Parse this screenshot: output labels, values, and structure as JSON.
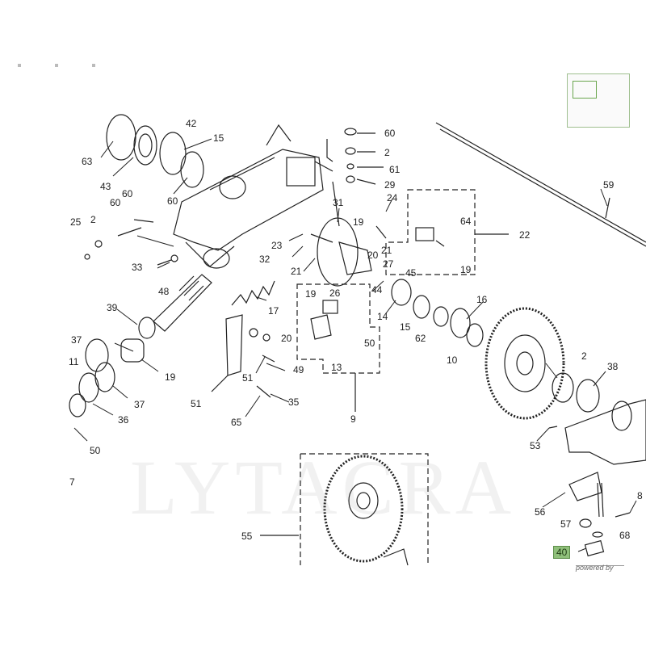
{
  "callouts": [
    {
      "label": "63"
    },
    {
      "label": "43"
    },
    {
      "label": "42"
    },
    {
      "label": "15"
    },
    {
      "label": "60"
    },
    {
      "label": "60"
    },
    {
      "label": "2"
    },
    {
      "label": "61"
    },
    {
      "label": "29"
    },
    {
      "label": "59"
    },
    {
      "label": "60"
    },
    {
      "label": "60"
    },
    {
      "label": "2"
    },
    {
      "label": "25"
    },
    {
      "label": "31"
    },
    {
      "label": "24"
    },
    {
      "label": "19"
    },
    {
      "label": "64"
    },
    {
      "label": "22"
    },
    {
      "label": "23"
    },
    {
      "label": "21"
    },
    {
      "label": "27"
    },
    {
      "label": "20"
    },
    {
      "label": "19"
    },
    {
      "label": "45"
    },
    {
      "label": "33"
    },
    {
      "label": "32"
    },
    {
      "label": "21"
    },
    {
      "label": "19"
    },
    {
      "label": "26"
    },
    {
      "label": "44"
    },
    {
      "label": "48"
    },
    {
      "label": "39"
    },
    {
      "label": "17"
    },
    {
      "label": "14"
    },
    {
      "label": "16"
    },
    {
      "label": "15"
    },
    {
      "label": "62"
    },
    {
      "label": "20"
    },
    {
      "label": "50"
    },
    {
      "label": "37"
    },
    {
      "label": "49"
    },
    {
      "label": "19"
    },
    {
      "label": "13"
    },
    {
      "label": "11"
    },
    {
      "label": "10"
    },
    {
      "label": "2"
    },
    {
      "label": "38"
    },
    {
      "label": "51"
    },
    {
      "label": "37"
    },
    {
      "label": "35"
    },
    {
      "label": "51"
    },
    {
      "label": "36"
    },
    {
      "label": "65"
    },
    {
      "label": "9"
    },
    {
      "label": "53"
    },
    {
      "label": "50"
    },
    {
      "label": "7"
    },
    {
      "label": "8"
    },
    {
      "label": "56"
    },
    {
      "label": "57"
    },
    {
      "label": "68"
    },
    {
      "label": "55"
    },
    {
      "label": "40",
      "highlight": true
    }
  ],
  "watermark": "LYTACRA",
  "powered_by": "powered by",
  "colors": {
    "highlight": "#8fbf7a",
    "line": "#222222",
    "watermark": "#808080"
  }
}
